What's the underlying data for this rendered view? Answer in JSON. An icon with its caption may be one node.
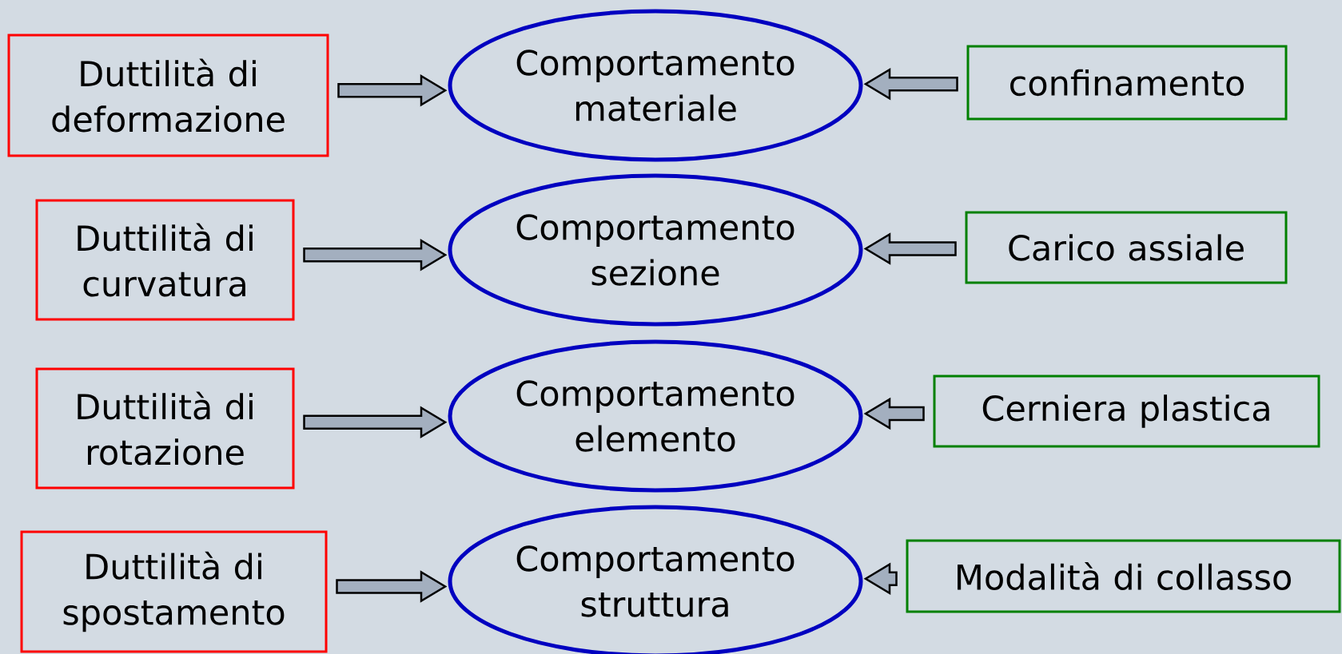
{
  "diagram": {
    "nodes": [
      {
        "text": [
          "Duttilità di deformazione"
        ]
      },
      {
        "text": [
          "Comportamento materiale"
        ]
      },
      {
        "text": [
          "confinamento"
        ]
      },
      {
        "text": [
          "Duttilità di curvatura"
        ]
      },
      {
        "text": [
          "Comportamento sezione"
        ]
      },
      {
        "text": [
          "Carico assiale"
        ]
      },
      {
        "text": [
          "Duttilità di rotazione"
        ]
      },
      {
        "text": [
          "Comportamento elemento"
        ]
      },
      {
        "text": [
          "Cerniera plastica"
        ]
      },
      {
        "text": [
          "Duttilità di spostamento"
        ]
      },
      {
        "text": [
          "Comportamento struttura"
        ]
      },
      {
        "text": [
          "Modalità di collasso"
        ]
      }
    ],
    "edges": [
      {
        "from": 0,
        "to": 1,
        "arrow": "to"
      },
      {
        "from": 2,
        "to": 1,
        "arrow": "to"
      },
      {
        "from": 3,
        "to": 4,
        "arrow": "to"
      },
      {
        "from": 5,
        "to": 4,
        "arrow": "to"
      },
      {
        "from": 6,
        "to": 7,
        "arrow": "to"
      },
      {
        "from": 8,
        "to": 7,
        "arrow": "to"
      },
      {
        "from": 9,
        "to": 10,
        "arrow": "to"
      },
      {
        "from": 11,
        "to": 10,
        "arrow": "to"
      }
    ]
  }
}
